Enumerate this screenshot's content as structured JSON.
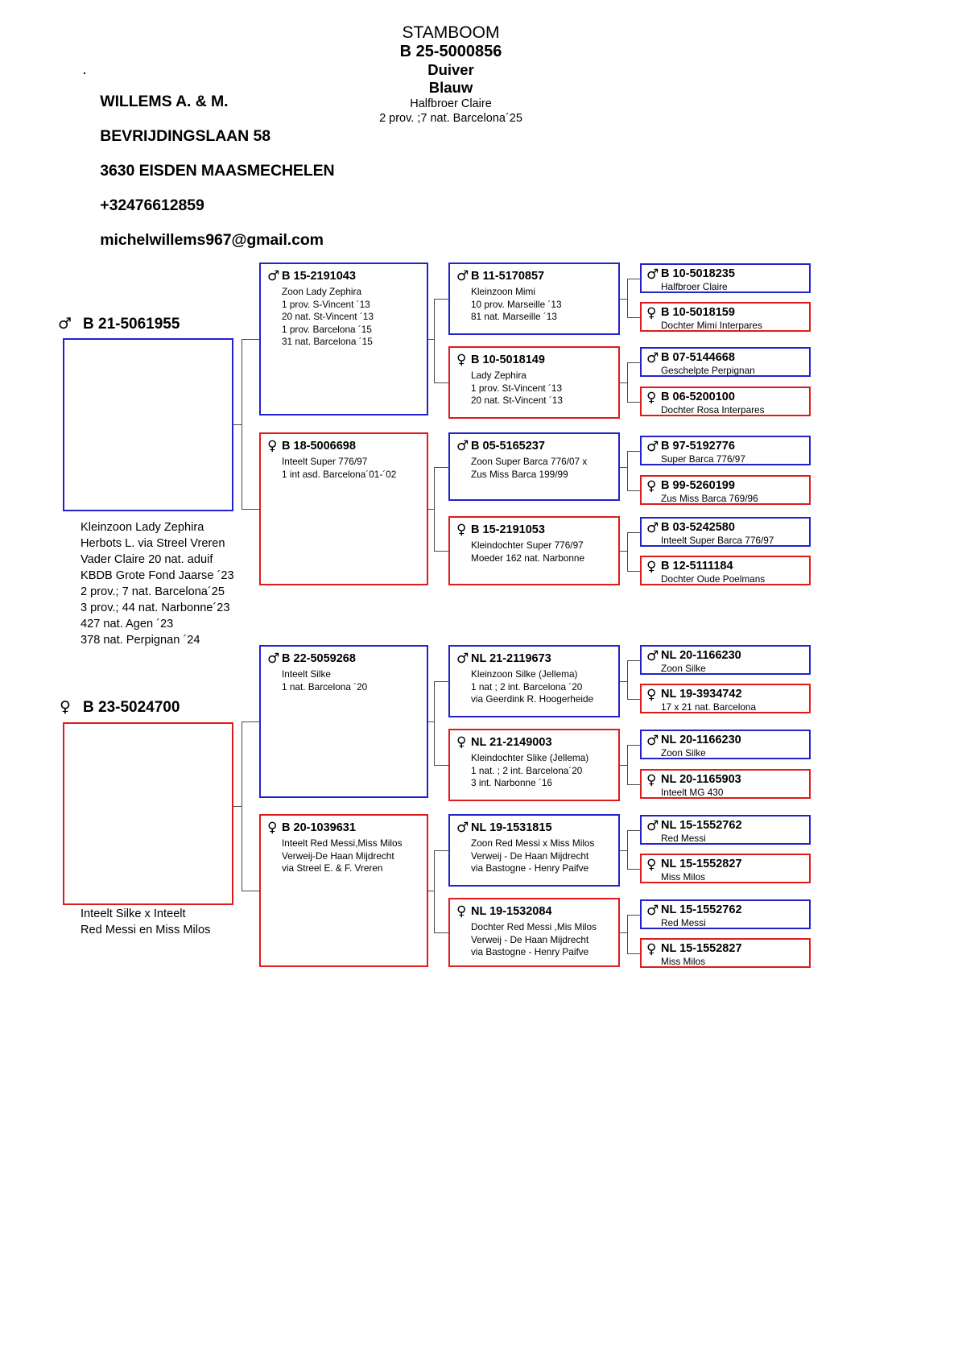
{
  "header": {
    "owner_dot": ".",
    "owner_lines": [
      "WILLEMS A. & M.",
      "BEVRIJDINGSLAAN 58",
      "3630 EISDEN MAASMECHELEN",
      "+32476612859",
      "michelwillems967@gmail.com"
    ],
    "title": "STAMBOOM",
    "ring": "B 25-5000856",
    "kind": "Duiver",
    "color": "Blauw",
    "note1": "Halfbroer Claire",
    "note2": "2 prov. ;7 nat. Barcelona´25"
  },
  "colors": {
    "male": "#2222cc",
    "female": "#e01b1b",
    "line": "#4a4a4a",
    "text": "#000000"
  },
  "icons": {
    "male": "♂",
    "female": "♀"
  },
  "tree_top": {
    "root": {
      "sex": "male",
      "ring": "B 21-5061955",
      "caption": [
        "Kleinzoon Lady Zephira",
        "Herbots L. via Streel Vreren",
        "Vader Claire 20 nat. aduif",
        "KBDB Grote Fond Jaarse ´23",
        "2 prov.; 7 nat. Barcelona´25",
        "3 prov.; 44 nat. Narbonne´23",
        "427 nat. Agen ´23",
        "378 nat. Perpignan ´24"
      ]
    },
    "gen2": [
      {
        "sex": "male",
        "ring": "B 15-2191043",
        "lines": [
          "Zoon Lady Zephira",
          "1 prov. S-Vincent ´13",
          "20 nat. St-Vincent ´13",
          "1 prov. Barcelona ´15",
          "31 nat. Barcelona ´15"
        ]
      },
      {
        "sex": "female",
        "ring": "B 18-5006698",
        "lines": [
          "Inteelt Super 776/97",
          "1 int asd. Barcelona´01-´02"
        ]
      }
    ],
    "gen3": [
      {
        "sex": "male",
        "ring": "B 11-5170857",
        "lines": [
          "Kleinzoon Mimi",
          "10 prov. Marseille ´13",
          "81 nat. Marseille ´13"
        ]
      },
      {
        "sex": "female",
        "ring": "B 10-5018149",
        "lines": [
          "Lady Zephira",
          "1 prov. St-Vincent ´13",
          "20 nat. St-Vincent ´13"
        ]
      },
      {
        "sex": "male",
        "ring": "B 05-5165237",
        "lines": [
          "Zoon Super Barca 776/07 x",
          "Zus Miss Barca 199/99"
        ]
      },
      {
        "sex": "female",
        "ring": "B 15-2191053",
        "lines": [
          "Kleindochter Super 776/97",
          "Moeder 162 nat. Narbonne"
        ]
      }
    ],
    "gen4": [
      {
        "sex": "male",
        "ring": "B 10-5018235",
        "lines": [
          "Halfbroer Claire"
        ]
      },
      {
        "sex": "female",
        "ring": "B 10-5018159",
        "lines": [
          "Dochter Mimi Interpares"
        ]
      },
      {
        "sex": "male",
        "ring": "B 07-5144668",
        "lines": [
          "Geschelpte Perpignan"
        ]
      },
      {
        "sex": "female",
        "ring": "B 06-5200100",
        "lines": [
          "Dochter Rosa Interpares"
        ]
      },
      {
        "sex": "male",
        "ring": "B 97-5192776",
        "lines": [
          "Super Barca 776/97"
        ]
      },
      {
        "sex": "female",
        "ring": "B 99-5260199",
        "lines": [
          "Zus Miss Barca 769/96"
        ]
      },
      {
        "sex": "male",
        "ring": "B 03-5242580",
        "lines": [
          "Inteelt Super Barca 776/97"
        ]
      },
      {
        "sex": "female",
        "ring": "B 12-5111184",
        "lines": [
          "Dochter Oude Poelmans"
        ]
      }
    ]
  },
  "tree_bottom": {
    "root": {
      "sex": "female",
      "ring": "B 23-5024700",
      "caption": [
        "Inteelt Silke x Inteelt",
        "Red Messi en Miss Milos"
      ]
    },
    "gen2": [
      {
        "sex": "male",
        "ring": "B 22-5059268",
        "lines": [
          "Inteelt Silke",
          "1 nat. Barcelona ´20"
        ]
      },
      {
        "sex": "female",
        "ring": "B 20-1039631",
        "lines": [
          "Inteelt Red Messi,Miss Milos",
          "Verweij-De Haan Mijdrecht",
          "via Streel E. & F. Vreren"
        ]
      }
    ],
    "gen3": [
      {
        "sex": "male",
        "ring": "NL 21-2119673",
        "lines": [
          "Kleinzoon Silke (Jellema)",
          "1 nat ; 2 int. Barcelona ´20",
          "via Geerdink R. Hoogerheide"
        ]
      },
      {
        "sex": "female",
        "ring": "NL 21-2149003",
        "lines": [
          "Kleindochter Slike (Jellema)",
          "1 nat. ; 2 int. Barcelona´20",
          "3 int. Narbonne ´16"
        ]
      },
      {
        "sex": "male",
        "ring": "NL 19-1531815",
        "lines": [
          "Zoon Red Messi x Miss Milos",
          "Verweij - De Haan Mijdrecht",
          "via Bastogne - Henry Paifve"
        ]
      },
      {
        "sex": "female",
        "ring": "NL 19-1532084",
        "lines": [
          "Dochter Red Messi ,Mis Milos",
          "Verweij - De Haan Mijdrecht",
          "via Bastogne - Henry Paifve"
        ]
      }
    ],
    "gen4": [
      {
        "sex": "male",
        "ring": "NL 20-1166230",
        "lines": [
          "Zoon Silke"
        ]
      },
      {
        "sex": "female",
        "ring": "NL 19-3934742",
        "lines": [
          "17 x 21 nat. Barcelona"
        ]
      },
      {
        "sex": "male",
        "ring": "NL 20-1166230",
        "lines": [
          "Zoon Silke"
        ]
      },
      {
        "sex": "female",
        "ring": "NL 20-1165903",
        "lines": [
          "Inteelt MG 430"
        ]
      },
      {
        "sex": "male",
        "ring": "NL 15-1552762",
        "lines": [
          "Red Messi"
        ]
      },
      {
        "sex": "female",
        "ring": "NL 15-1552827",
        "lines": [
          "Miss Milos"
        ]
      },
      {
        "sex": "male",
        "ring": "NL 15-1552762",
        "lines": [
          "Red Messi"
        ]
      },
      {
        "sex": "female",
        "ring": "NL 15-1552827",
        "lines": [
          "Miss Milos"
        ]
      }
    ]
  }
}
